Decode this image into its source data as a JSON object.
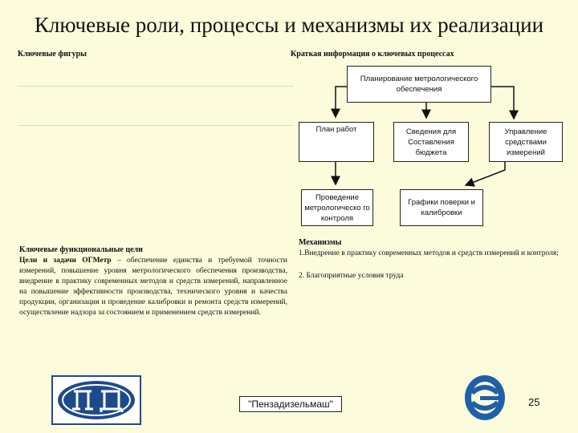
{
  "title": "Ключевые роли, процессы и механизмы их реализации",
  "left_header": "Ключевые фигуры",
  "right_header": "Краткая информация о ключевых процессах",
  "diagram": {
    "top": "Планирование метрологического обеспечения",
    "plan": "План работ",
    "budget": "Сведения для Составления бюджета",
    "management": "Управление средствами измерений",
    "control": "Проведение метрологическо го контроля",
    "schedules": "Графики поверки и калибровки"
  },
  "goals": {
    "heading": "Ключевые функциональные цели",
    "lead": "Цели и задачи ОГМетр",
    "text": " – обеспечение единства и требуемой точности измерений, повышение уровня метрологического обеспечения производства, внедрение в практику современных методов и средств измерений, направленное на повышение эффективности производства, технического уровня и качества продукции, организация и проведение калибровки и ремонта средств измерений, осуществление надзора за состоянием и применением средств измерений."
  },
  "mechanisms": {
    "heading": "Механизмы",
    "item1": "1.Внедрение в практику современных методов и средств измерений и контроля;",
    "item2": "2. Благоприятные условия труда"
  },
  "footer": {
    "company": "\"Пензадизельмаш\"",
    "page": "25",
    "logo_left_text": "ПД"
  },
  "colors": {
    "background": "#fcfcdc",
    "logo_left_border": "#1e4a8c",
    "logo_right": "#1f5fa8"
  }
}
